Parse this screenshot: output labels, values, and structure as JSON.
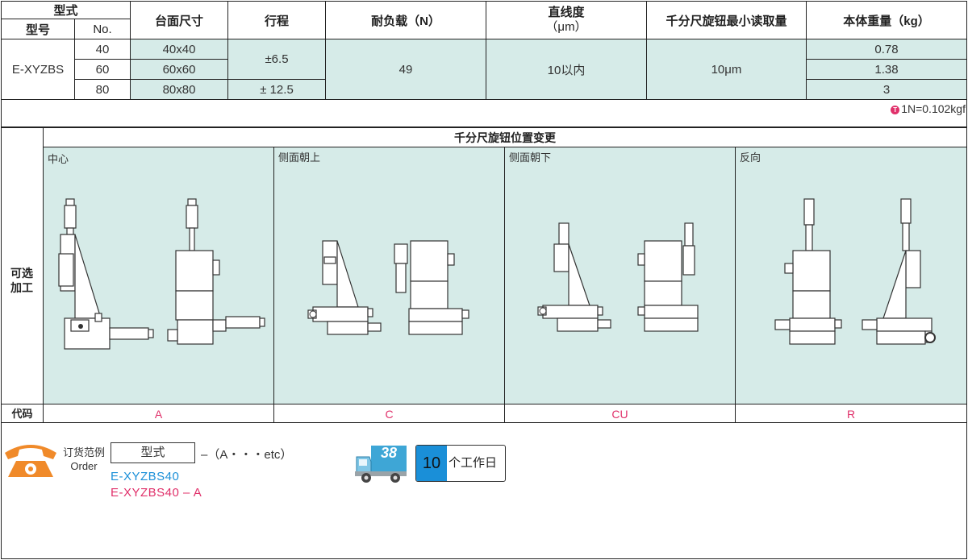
{
  "spec_table": {
    "headers": {
      "type_group": "型式",
      "model": "型号",
      "no": "No.",
      "table_size": "台面尺寸",
      "stroke": "行程",
      "load": "耐负载（N）",
      "straightness": "直线度",
      "straightness_unit": "（μm）",
      "min_reading": "千分尺旋钮最小读取量",
      "weight": "本体重量（kg）"
    },
    "model_name": "E-XYZBS",
    "rows": [
      {
        "no": "40",
        "size": "40x40",
        "weight": "0.78"
      },
      {
        "no": "60",
        "size": "60x60",
        "weight": "1.38"
      },
      {
        "no": "80",
        "size": "80x80",
        "weight": "3"
      }
    ],
    "stroke_small": "±6.5",
    "stroke_large": "± 12.5",
    "load_value": "49",
    "straightness_value": "10以内",
    "min_reading_value": "10μm"
  },
  "note": {
    "badge": "T",
    "text": "1N=0.102kgf"
  },
  "options": {
    "side_label_line1": "可选",
    "side_label_line2": "加工",
    "title": "千分尺旋钮位置变更",
    "code_label": "代码",
    "panels": [
      {
        "name": "中心",
        "code": "A"
      },
      {
        "name": "侧面朝上",
        "code": "C"
      },
      {
        "name": "侧面朝下",
        "code": "CU"
      },
      {
        "name": "反向",
        "code": "R"
      }
    ]
  },
  "order": {
    "label_cn": "订货范例",
    "label_en": "Order",
    "type_box": "型式",
    "suffix": "–（A・・・etc）",
    "example1": "E-XYZBS40",
    "example2": "E-XYZBS40 – A",
    "truck_number": "38",
    "lead_days": "10",
    "lead_unit": "个工作日"
  },
  "colors": {
    "mint": "#d6ebe8",
    "green": "#1a9a2e",
    "blue": "#1a8fd8",
    "magenta": "#e0306a",
    "orange": "#f08a2a"
  }
}
